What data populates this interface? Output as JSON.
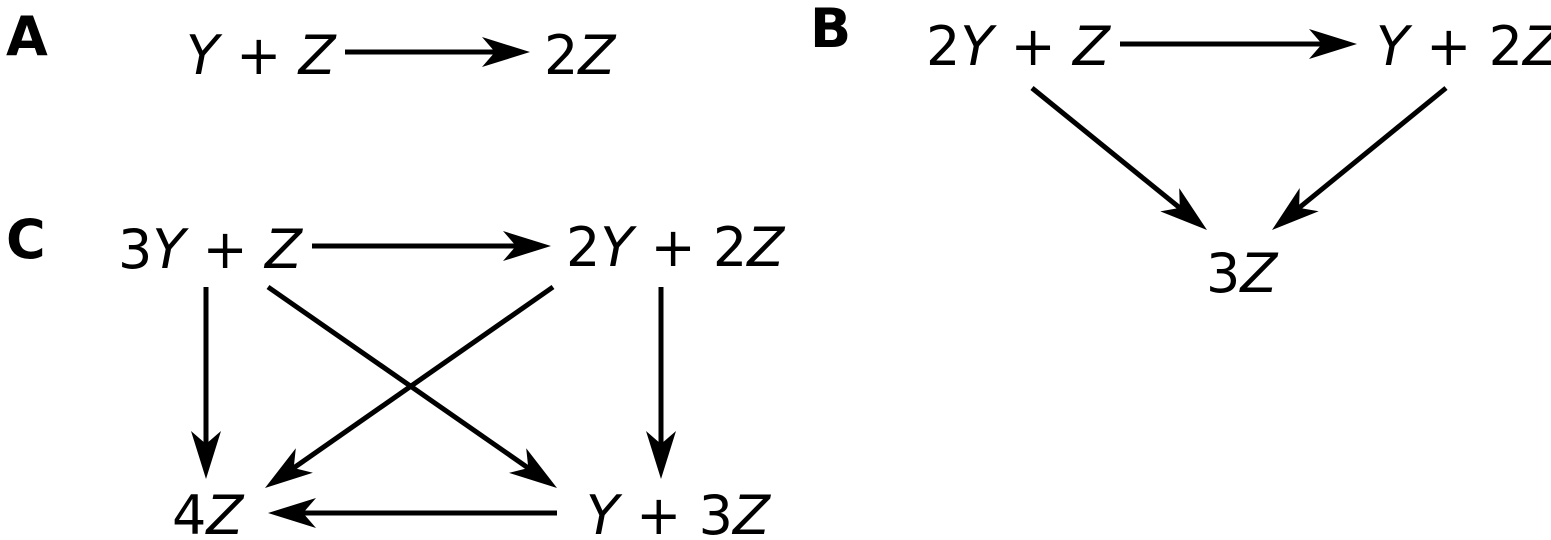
{
  "panels": [
    {
      "label": "A",
      "nodes": [
        {
          "id": "a1",
          "parts": [
            {
              "t": "Y",
              "v": true
            },
            {
              "t": " + ",
              "v": false
            },
            {
              "t": "Z",
              "v": true
            }
          ]
        },
        {
          "id": "a2",
          "parts": [
            {
              "t": "2",
              "v": false
            },
            {
              "t": "Z",
              "v": true
            }
          ]
        }
      ],
      "edges": [
        {
          "from": "a1",
          "to": "a2"
        }
      ]
    },
    {
      "label": "B",
      "nodes": [
        {
          "id": "b1",
          "parts": [
            {
              "t": "2",
              "v": false
            },
            {
              "t": "Y",
              "v": true
            },
            {
              "t": " + ",
              "v": false
            },
            {
              "t": "Z",
              "v": true
            }
          ]
        },
        {
          "id": "b2",
          "parts": [
            {
              "t": "Y",
              "v": true
            },
            {
              "t": " + 2",
              "v": false
            },
            {
              "t": "Z",
              "v": true
            }
          ]
        },
        {
          "id": "b3",
          "parts": [
            {
              "t": "3",
              "v": false
            },
            {
              "t": "Z",
              "v": true
            }
          ]
        }
      ],
      "edges": [
        {
          "from": "b1",
          "to": "b2"
        },
        {
          "from": "b1",
          "to": "b3"
        },
        {
          "from": "b2",
          "to": "b3"
        }
      ]
    },
    {
      "label": "C",
      "nodes": [
        {
          "id": "c1",
          "parts": [
            {
              "t": "3",
              "v": false
            },
            {
              "t": "Y",
              "v": true
            },
            {
              "t": " + ",
              "v": false
            },
            {
              "t": "Z",
              "v": true
            }
          ]
        },
        {
          "id": "c2",
          "parts": [
            {
              "t": "2",
              "v": false
            },
            {
              "t": "Y",
              "v": true
            },
            {
              "t": " + 2",
              "v": false
            },
            {
              "t": "Z",
              "v": true
            }
          ]
        },
        {
          "id": "c3",
          "parts": [
            {
              "t": "4",
              "v": false
            },
            {
              "t": "Z",
              "v": true
            }
          ]
        },
        {
          "id": "c4",
          "parts": [
            {
              "t": "Y",
              "v": true
            },
            {
              "t": " + 3",
              "v": false
            },
            {
              "t": "Z",
              "v": true
            }
          ]
        }
      ],
      "edges": [
        {
          "from": "c1",
          "to": "c2"
        },
        {
          "from": "c1",
          "to": "c3"
        },
        {
          "from": "c1",
          "to": "c4"
        },
        {
          "from": "c2",
          "to": "c3"
        },
        {
          "from": "c2",
          "to": "c4"
        },
        {
          "from": "c4",
          "to": "c3"
        }
      ]
    }
  ]
}
